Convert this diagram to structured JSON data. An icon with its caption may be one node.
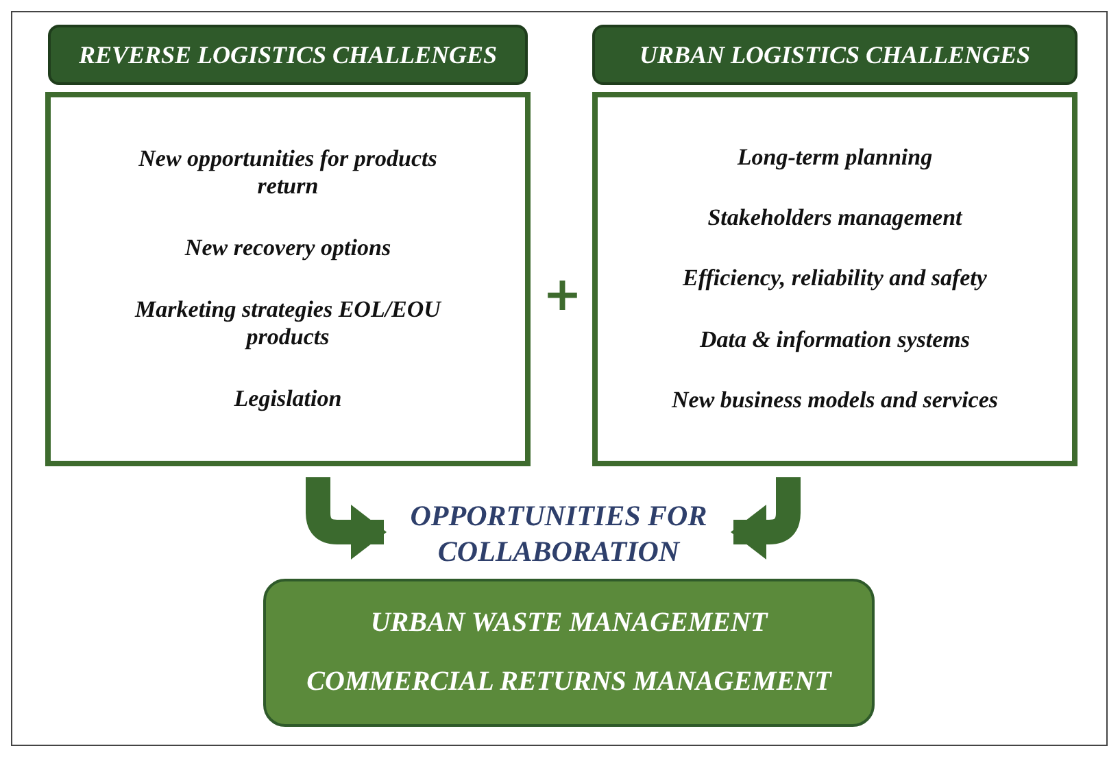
{
  "diagram": {
    "nodes": [
      {
        "text": [
          "REVERSE LOGISTICS CHALLENGES"
        ]
      },
      {
        "text": [
          "New opportunities for products return",
          "New recovery options",
          "Marketing strategies EOL/EOU products",
          "Legislation"
        ]
      },
      {
        "text": [
          "URBAN LOGISTICS CHALLENGES"
        ]
      },
      {
        "text": [
          "Long-term planning",
          "Stakeholders management",
          "Efficiency, reliability and safety",
          "Data & information systems",
          "New business models and services"
        ]
      },
      {
        "text": [
          "OPPORTUNITIES FOR COLLABORATION"
        ]
      },
      {
        "text": [
          "URBAN WASTE MANAGEMENT",
          "COMMERCIAL RETURNS MANAGEMENT"
        ]
      }
    ],
    "edges": [
      {
        "from": 1,
        "to": 4,
        "arrow": "to"
      },
      {
        "from": 3,
        "to": 4,
        "arrow": "to"
      }
    ],
    "labels": [
      "+"
    ]
  }
}
